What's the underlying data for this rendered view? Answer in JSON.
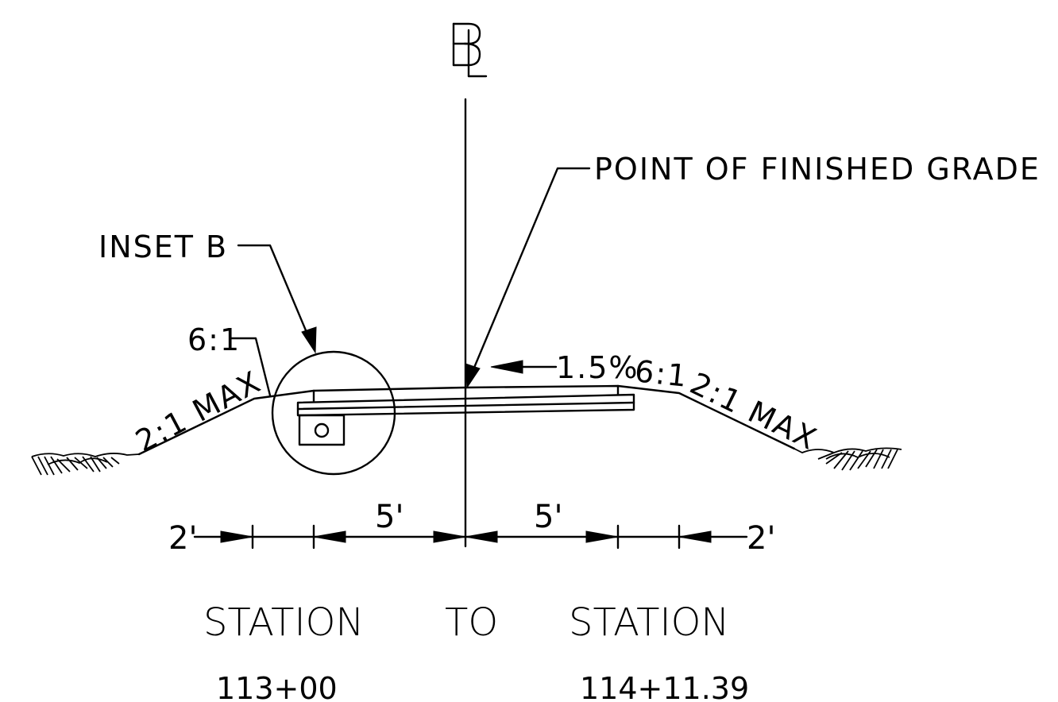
{
  "centerline": {
    "symbol_top": "B",
    "symbol_bottom": "L"
  },
  "callouts": {
    "finished_grade": "POINT OF FINISHED GRADE",
    "inset": "INSET B",
    "slope_left_upper": "6:1",
    "slope_left_lower": "2:1 MAX",
    "slope_right_upper": "6:1",
    "slope_right_lower": "2:1 MAX",
    "crossfall": "1.5%"
  },
  "dimensions": {
    "left_outer": "2'",
    "left_inner": "5'",
    "right_inner": "5'",
    "right_outer": "2'"
  },
  "stations": {
    "from_label": "STATION",
    "to_label": "TO",
    "to_station_label": "STATION",
    "from_value": "113+00",
    "to_value": "114+11.39"
  }
}
